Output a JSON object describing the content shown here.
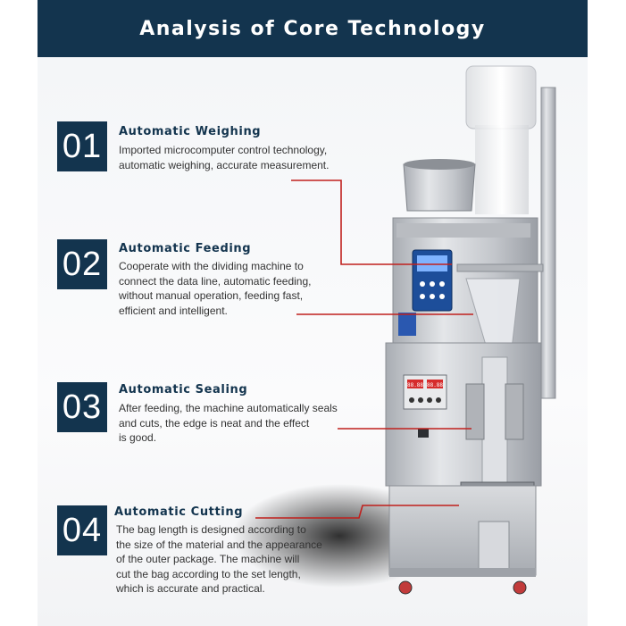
{
  "header": {
    "title": "Analysis of Core Technology"
  },
  "colors": {
    "navy": "#13344e",
    "callout_red": "#c0201d",
    "steel": "#c9ccd1"
  },
  "machine_panel": {
    "display_left": "88.88",
    "display_right": "88.88"
  },
  "features": [
    {
      "number": "01",
      "title": "Automatic Weighing",
      "lines": [
        "Imported microcomputer control technology,",
        "automatic weighing, accurate measurement."
      ]
    },
    {
      "number": "02",
      "title": "Automatic Feeding",
      "lines": [
        "Cooperate with the dividing machine to",
        "connect the data line, automatic feeding,",
        "without manual operation, feeding fast,",
        "efficient and intelligent."
      ]
    },
    {
      "number": "03",
      "title": "Automatic Sealing",
      "lines": [
        "After feeding, the machine automatically seals",
        "and cuts, the edge is neat and the effect",
        "is good."
      ]
    },
    {
      "number": "04",
      "title": "Automatic Cutting",
      "lines": [
        "The bag length is designed according to",
        "the size of the material and the appearance",
        "of the outer package. The machine will",
        "cut the bag according to the set length,",
        "which is accurate and practical."
      ]
    }
  ]
}
